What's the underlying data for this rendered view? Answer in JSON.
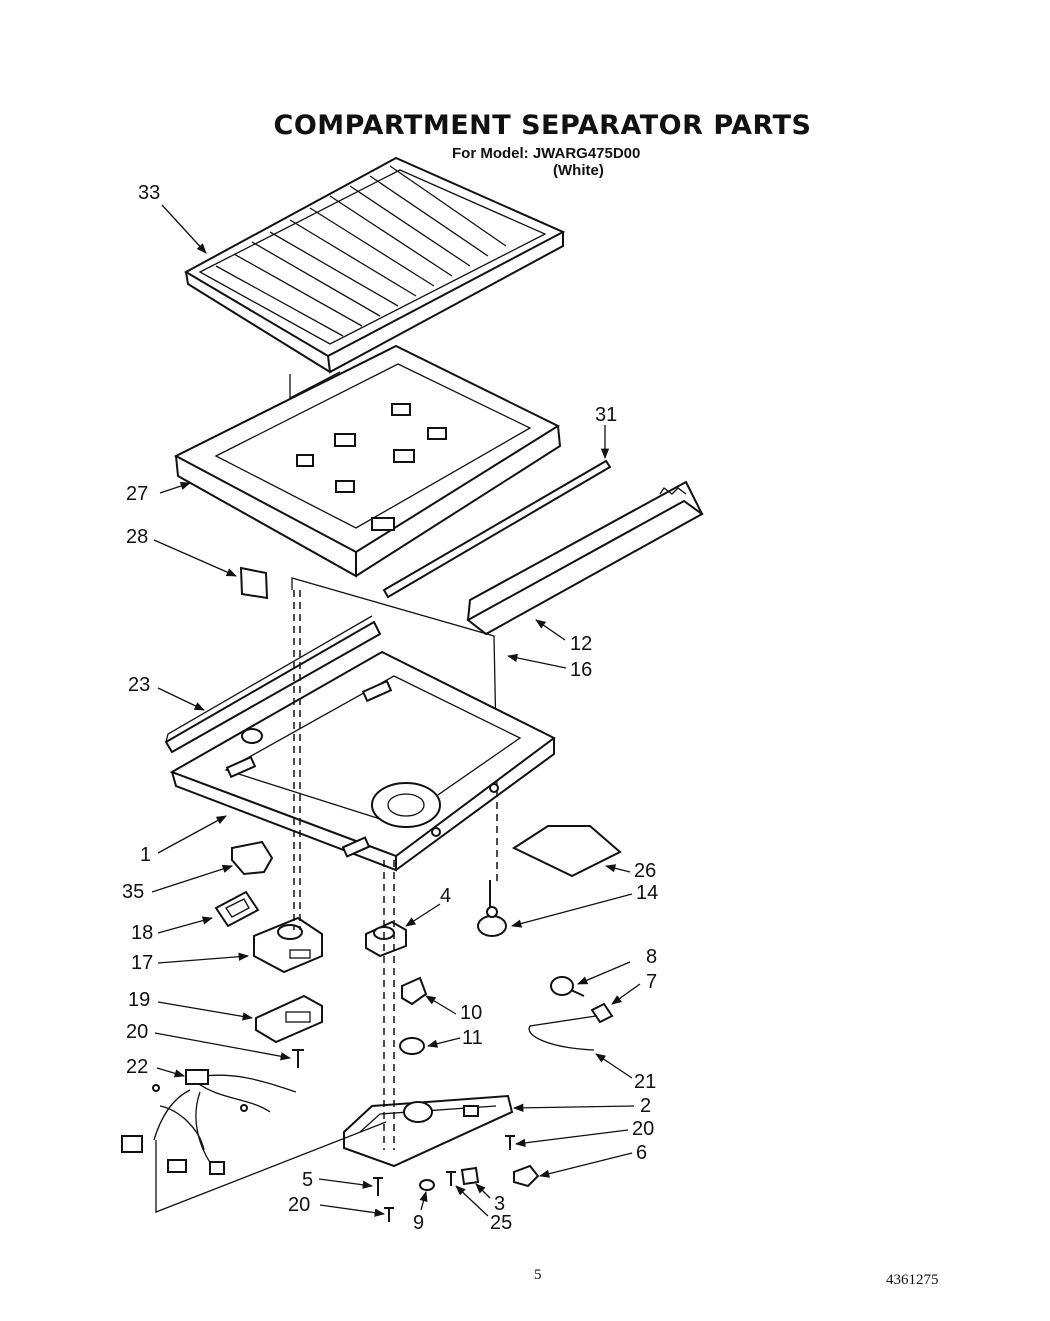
{
  "header": {
    "title": "COMPARTMENT SEPARATOR PARTS",
    "model_line": "For Model: JWARG475D00",
    "variant": "(White)"
  },
  "callouts": {
    "c33": "33",
    "c31": "31",
    "c27": "27",
    "c28": "28",
    "c12": "12",
    "c16": "16",
    "c23": "23",
    "c1": "1",
    "c26": "26",
    "c35": "35",
    "c14": "14",
    "c4": "4",
    "c18": "18",
    "c17": "17",
    "c8": "8",
    "c7": "7",
    "c19": "19",
    "c10": "10",
    "c11": "11",
    "c20a": "20",
    "c21": "21",
    "c22": "22",
    "c2": "2",
    "c20b": "20",
    "c6": "6",
    "c5": "5",
    "c3": "3",
    "c20c": "20",
    "c9": "9",
    "c25": "25"
  },
  "footer": {
    "page": "5",
    "doc_number": "4361275"
  }
}
